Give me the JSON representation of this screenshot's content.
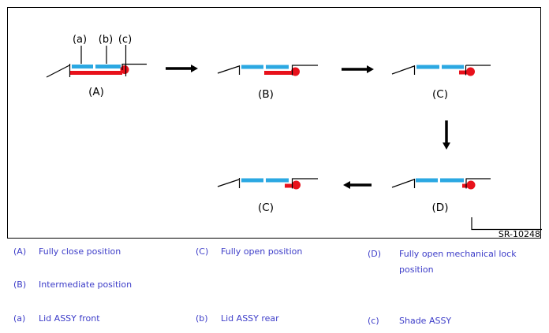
{
  "colors": {
    "lid_blue": "#2BA8E2",
    "shade_red": "#E8111B",
    "legend_text": "#3C3CC8"
  },
  "diagram": {
    "ref_label": "SR-10248",
    "part_callouts": [
      "(a)",
      "(b)",
      "(c)"
    ],
    "stage_captions": {
      "top": [
        "(A)",
        "(B)",
        "(C)"
      ],
      "bottom": [
        "(C)",
        "(D)"
      ]
    }
  },
  "legend": {
    "positions": [
      {
        "key": "(A)",
        "text": "Fully close position"
      },
      {
        "key": "(B)",
        "text": "Intermediate position"
      },
      {
        "key": "(C)",
        "text": "Fully open position"
      },
      {
        "key": "(D)",
        "text": "Fully open mechanical lock position"
      }
    ],
    "parts": [
      {
        "key": "(a)",
        "text": "Lid ASSY front"
      },
      {
        "key": "(b)",
        "text": "Lid ASSY rear"
      },
      {
        "key": "(c)",
        "text": "Shade ASSY"
      }
    ]
  }
}
